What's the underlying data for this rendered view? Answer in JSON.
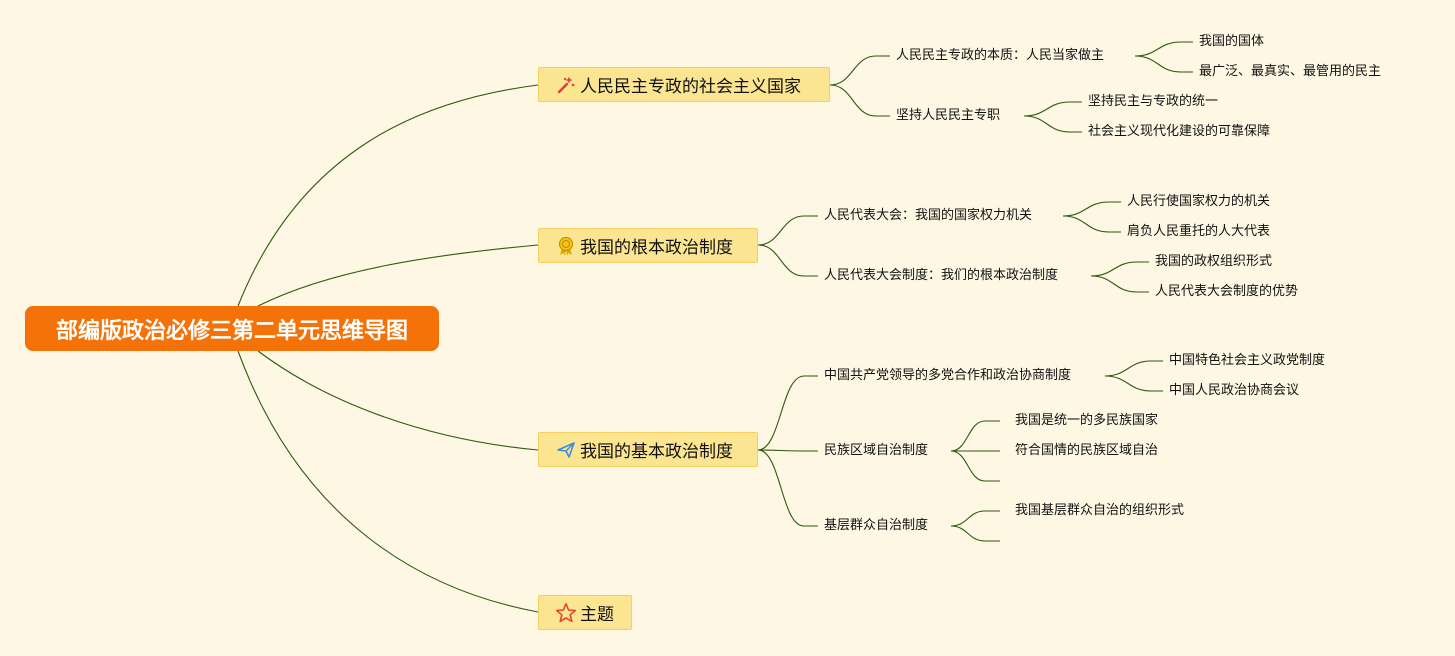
{
  "root": {
    "title": "部编版政治必修三第二单元思维导图"
  },
  "branches": [
    {
      "label": "人民民主专政的社会主义国家",
      "icon": "sparkle-icon",
      "subs": [
        {
          "label": "人民民主专政的本质：人民当家做主",
          "leaves": [
            "我国的国体",
            "最广泛、最真实、最管用的民主"
          ]
        },
        {
          "label": "坚持人民民主专职",
          "leaves": [
            "坚持民主与专政的统一",
            "社会主义现代化建设的可靠保障"
          ]
        }
      ]
    },
    {
      "label": "我国的根本政治制度",
      "icon": "medal-icon",
      "subs": [
        {
          "label": "人民代表大会：我国的国家权力机关",
          "leaves": [
            "人民行使国家权力的机关",
            "肩负人民重托的人大代表"
          ]
        },
        {
          "label": "人民代表大会制度：我们的根本政治制度",
          "leaves": [
            "我国的政权组织形式",
            "人民代表大会制度的优势"
          ]
        }
      ]
    },
    {
      "label": "我国的基本政治制度",
      "icon": "paper-plane-icon",
      "subs": [
        {
          "label": "中国共产党领导的多党合作和政治协商制度",
          "leaves": [
            "中国特色社会主义政党制度",
            "中国人民政治协商会议"
          ]
        },
        {
          "label": "民族区域自治制度",
          "leaves": [
            "我国是统一的多民族国家",
            "符合国情的民族区域自治",
            ""
          ]
        },
        {
          "label": "基层群众自治制度",
          "leaves": [
            "我国基层群众自治的组织形式",
            ""
          ]
        }
      ]
    },
    {
      "label": "主题",
      "icon": "star-icon",
      "subs": []
    }
  ],
  "colors": {
    "background": "#fdf7e3",
    "root": "#f47208",
    "branch_fill": "#fce591",
    "link": "#2f5a12"
  }
}
